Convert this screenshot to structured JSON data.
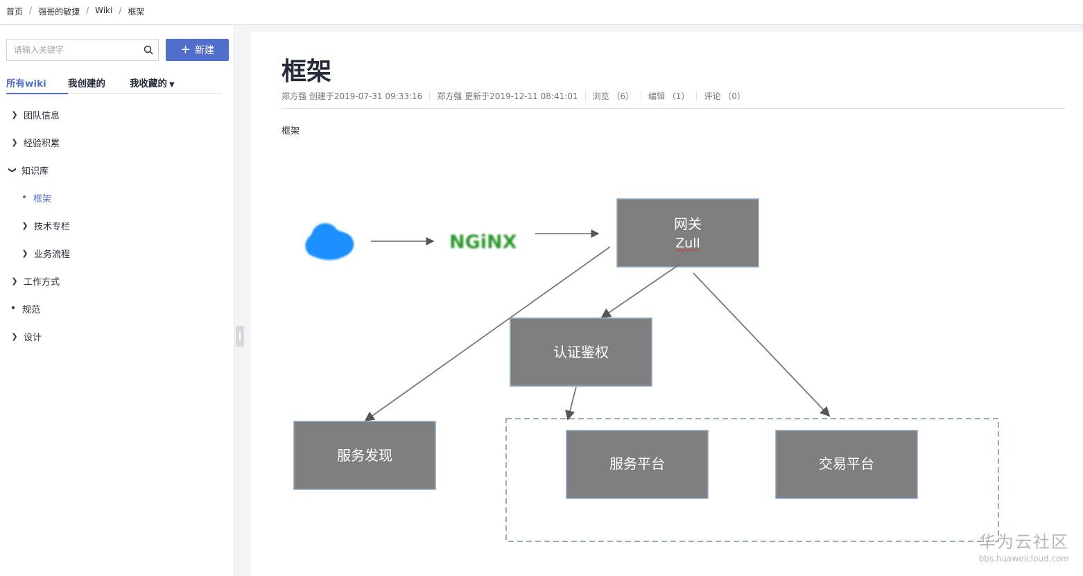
{
  "breadcrumb": [
    "首页",
    "强哥的敏捷",
    "Wiki",
    "框架"
  ],
  "search": {
    "placeholder": "请输入关键字"
  },
  "new_button": {
    "label": "新建"
  },
  "tabs": [
    {
      "label": "所有wiki",
      "active": true
    },
    {
      "label": "我创建的",
      "active": false
    },
    {
      "label": "我收藏的",
      "active": false
    }
  ],
  "tree": [
    {
      "label": "团队信息",
      "state": "collapsed",
      "level": 0
    },
    {
      "label": "经验积累",
      "state": "collapsed",
      "level": 0
    },
    {
      "label": "知识库",
      "state": "expanded",
      "level": 0
    },
    {
      "label": "框架",
      "state": "leaf",
      "level": 1,
      "active": true
    },
    {
      "label": "技术专栏",
      "state": "collapsed",
      "level": 1
    },
    {
      "label": "业务流程",
      "state": "collapsed",
      "level": 1
    },
    {
      "label": "工作方式",
      "state": "collapsed",
      "level": 0
    },
    {
      "label": "规范",
      "state": "leaf",
      "level": 0
    },
    {
      "label": "设计",
      "state": "collapsed",
      "level": 0
    }
  ],
  "page": {
    "title": "框架",
    "meta": {
      "created": "郑方强 创建于2019-07-31 09:33:16",
      "updated": "郑方强 更新于2019-12-11 08:41:01",
      "views": "浏览 （6）",
      "edits": "编辑 （1）",
      "comments": "评论 （0）"
    },
    "body": "框架"
  },
  "diagram": {
    "nginx": "NGiNX",
    "gateway_line1": "网关",
    "gateway_line2": "Zull",
    "auth": "认证鉴权",
    "discovery": "服务发现",
    "service_platform": "服务平台",
    "trade_platform": "交易平台"
  },
  "watermark": {
    "brand": "华为云社区",
    "url": "bbs.huaweicloud.com"
  },
  "colors": {
    "accent": "#526ecc",
    "box": "#7f7f7f",
    "nginx_green": "#2e9a33",
    "cloud": "#1e90ff"
  }
}
